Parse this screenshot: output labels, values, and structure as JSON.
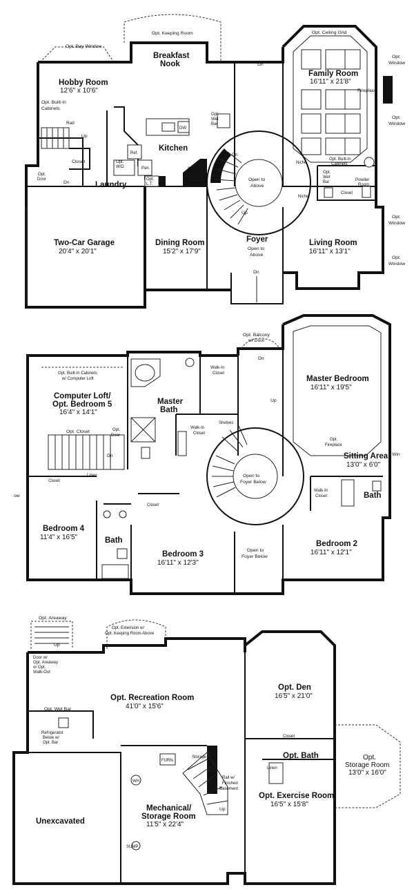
{
  "first_floor": {
    "keeping_room": "Opt. Keeping Room",
    "bay_window": "Opt. Bay Window",
    "ceiling_grid": "Opt. Ceiling Grid",
    "hobby_room": {
      "name": "Hobby Room",
      "size": "12'6\" x 10'6\""
    },
    "built_in_cabinets_1": "Opt. Built-In",
    "built_in_cabinets_2": "Cabinets",
    "rail": "Rail",
    "up_stair": "Up",
    "breakfast_nook_1": "Breakfast",
    "breakfast_nook_2": "Nook",
    "dn_top": "Dn",
    "family_room": {
      "name": "Family Room",
      "size": "16'11\" x 21'8\""
    },
    "fireplace": "Fireplace",
    "window_1a": "Opt.",
    "window_1b": "Window",
    "window_2a": "Opt.",
    "window_2b": "Window",
    "window_3a": "Opt.",
    "window_3b": "Window",
    "window_4a": "Opt.",
    "window_4b": "Window",
    "dw": "DW",
    "wet_bar_a": "Opt.",
    "wet_bar_b": "Wet",
    "wet_bar_c": "Bar",
    "kitchen": "Kitchen",
    "closet": "Closet",
    "ref": "Ref.",
    "wd_a": "Opt.",
    "wd_b": "W/D",
    "pan": "Pan.",
    "oven": "Oven",
    "dn_stair": "Dn",
    "niche_1": "Niche",
    "niche_2": "Niche",
    "bic_1": "Opt. Built-In",
    "bic_2": "Cabinets",
    "wet_bar2_a": "Opt.",
    "wet_bar2_b": "Wet",
    "wet_bar2_c": "Bar",
    "closet_2": "Closet",
    "powder_1": "Powder",
    "powder_2": "Room",
    "opt_door_1": "Opt.",
    "opt_door_2": "Door",
    "dn_garage": "Dn",
    "laundry": "Laundry",
    "lt_a": "Opt.",
    "lt_b": "L.T.",
    "open_above_1": "Open to",
    "open_above_2": "Above",
    "up_foyer": "Up",
    "garage": {
      "name": "Two-Car Garage",
      "size": "20'4\" x 20'1\""
    },
    "dining": {
      "name": "Dining Room",
      "size": "15'2\" x 17'9\""
    },
    "foyer": "Foyer",
    "foyer_open_1": "Open to",
    "foyer_open_2": "Above",
    "living": {
      "name": "Living Room",
      "size": "16'11\" x 13'1\""
    },
    "dn_entry": "Dn"
  },
  "second_floor": {
    "balcony_1": "Opt. Balcony",
    "balcony_2": "w/ Door",
    "dn_balcony": "Dn",
    "bic_1": "Opt. Built-In Cabinets",
    "bic_2": "w/ Computer Loft",
    "walk_in_1a": "Walk-In",
    "walk_in_1b": "Closet",
    "master_bed": {
      "name": "Master Bedroom",
      "size": "16'11\" x 19'5\""
    },
    "loft_1": "Computer Loft/",
    "loft_2": "Opt. Bedroom 5",
    "loft_size": "16'4\" x 14'1\"",
    "master_bath_1": "Master",
    "master_bath_2": "Bath",
    "up": "Up",
    "opt_closet": "Opt. Closet",
    "opt_door_1": "Opt.",
    "opt_door_2": "Door",
    "shelves": "Shelves",
    "walk_in_2a": "Walk-In",
    "walk_in_2b": "Closet",
    "opt_fireplace_1": "Opt.",
    "opt_fireplace_2": "Fireplace",
    "win_right": "Win",
    "sitting": {
      "name": "Sitting Area",
      "size": "13'0\" x 6'0\""
    },
    "dn": "Dn",
    "linen": "Linen",
    "closet_a": "Closet",
    "open_below_1": "Open to",
    "open_below_2": "Foyer Below",
    "walk_in_3a": "Walk-In",
    "walk_in_3b": "Closet",
    "bath_r": "Bath",
    "ow_left": "ow",
    "closet_b": "Closet",
    "bedroom4": {
      "name": "Bedroom 4",
      "size": "11'4\" x 16'5\""
    },
    "bath_l": "Bath",
    "bedroom3": {
      "name": "Bedroom 3",
      "size": "16'11\" x 12'3\""
    },
    "open_below2_1": "Open to",
    "open_below2_2": "Foyer Below",
    "bedroom2": {
      "name": "Bedroom 2",
      "size": "16'11\" x 12'1\""
    }
  },
  "basement": {
    "areaway": "Opt. Areaway",
    "extension_1": "Opt. Extension w/",
    "extension_2": "Opt. Keeping Room Above",
    "up_areaway": "Up",
    "door_1": "Door w/",
    "door_2": "Opt. Areaway",
    "door_3": "or Opt.",
    "door_4": "Walk-Out",
    "recreation": {
      "name": "Opt. Recreation Room",
      "size": "41'0\" x 15'6\""
    },
    "den": {
      "name": "Opt. Den",
      "size": "16'5\" x 21'0\""
    },
    "wet_bar": "Opt. Wet Bar",
    "fridge_1": "Refrigerator",
    "fridge_2": "Below w/",
    "fridge_3": "Opt. Bar",
    "closet": "Closet",
    "furn": "FURN.",
    "storage": "Storage",
    "linen": "Linen",
    "opt_bath": "Opt. Bath",
    "storage_room_1": "Opt.",
    "storage_room_2": "Storage Room",
    "storage_room_3": "13'0\" x 16'0\"",
    "wh": "WH",
    "rail_1": "Rail w/",
    "rail_2": "Finished",
    "rail_3": "Basement",
    "unexcavated": "Unexcavated",
    "mech_1": "Mechanical/",
    "mech_2": "Storage Room",
    "mech_3": "11'5\" x 22'4\"",
    "up": "Up",
    "exercise": {
      "name": "Opt. Exercise Room",
      "size": "16'5\" x 15'8\""
    },
    "sump": "SUMP"
  }
}
